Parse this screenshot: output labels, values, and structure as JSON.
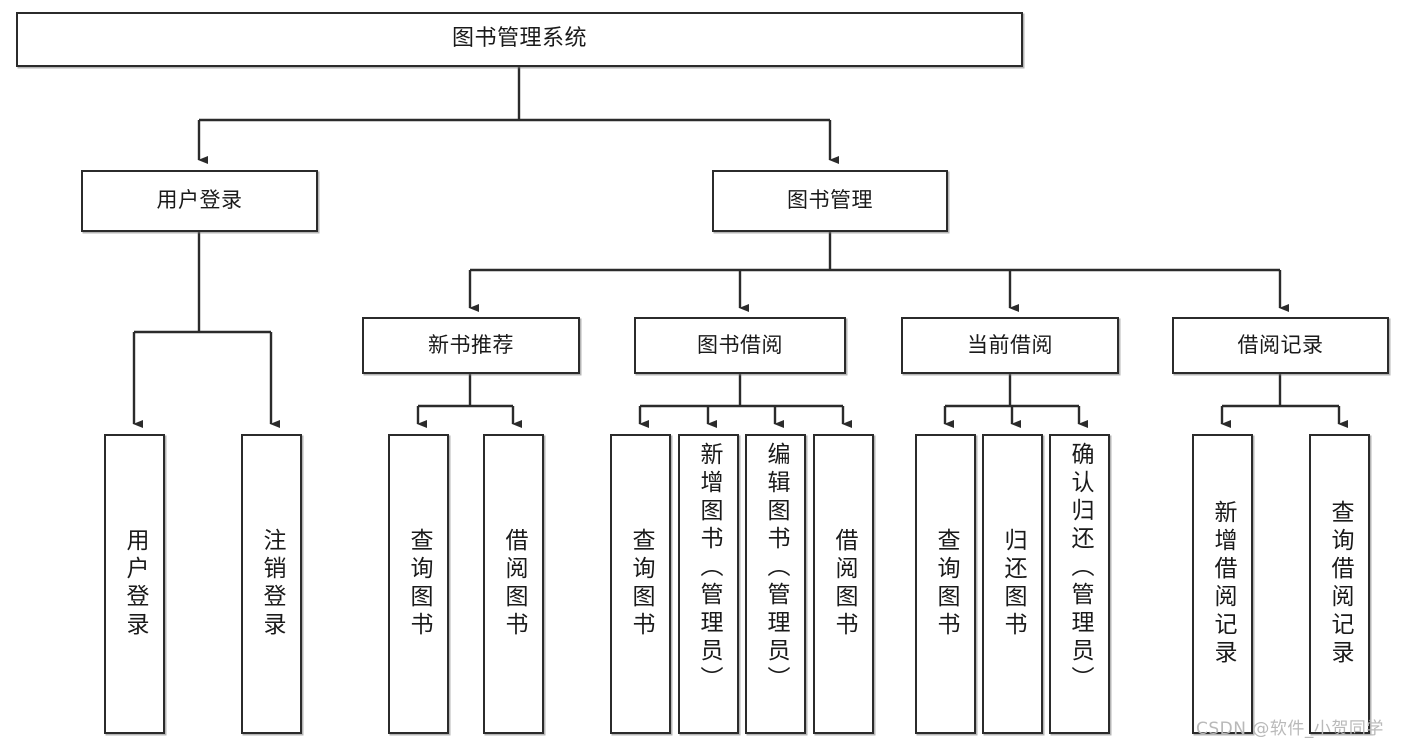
{
  "diagram": {
    "type": "tree",
    "title": "图书管理系统",
    "orientation": "top-down",
    "colors": {
      "box_border": "#2b2b2b",
      "box_fill": "#ffffff",
      "edge": "#2b2b2b",
      "background": "#ffffff",
      "watermark": "#b9b9b9"
    },
    "root": {
      "label": "图书管理系统"
    },
    "level2": [
      {
        "label": "用户登录"
      },
      {
        "label": "图书管理"
      }
    ],
    "level3": [
      {
        "label": "新书推荐"
      },
      {
        "label": "图书借阅"
      },
      {
        "label": "当前借阅"
      },
      {
        "label": "借阅记录"
      }
    ],
    "leaves": {
      "user_login": [
        {
          "label": "用户登录"
        },
        {
          "label": "注销登录"
        }
      ],
      "new_book_recommend": [
        {
          "label": "查询图书"
        },
        {
          "label": "借阅图书"
        }
      ],
      "book_borrow": [
        {
          "label": "查询图书"
        },
        {
          "label": "新增图书（管理员）"
        },
        {
          "label": "编辑图书（管理员）"
        },
        {
          "label": "借阅图书"
        }
      ],
      "current_borrow": [
        {
          "label": "查询图书"
        },
        {
          "label": "归还图书"
        },
        {
          "label": "确认归还（管理员）"
        }
      ],
      "borrow_record": [
        {
          "label": "新增借阅记录"
        },
        {
          "label": "查询借阅记录"
        }
      ]
    }
  },
  "watermark": {
    "text": "CSDN @软件_小贺同学"
  }
}
